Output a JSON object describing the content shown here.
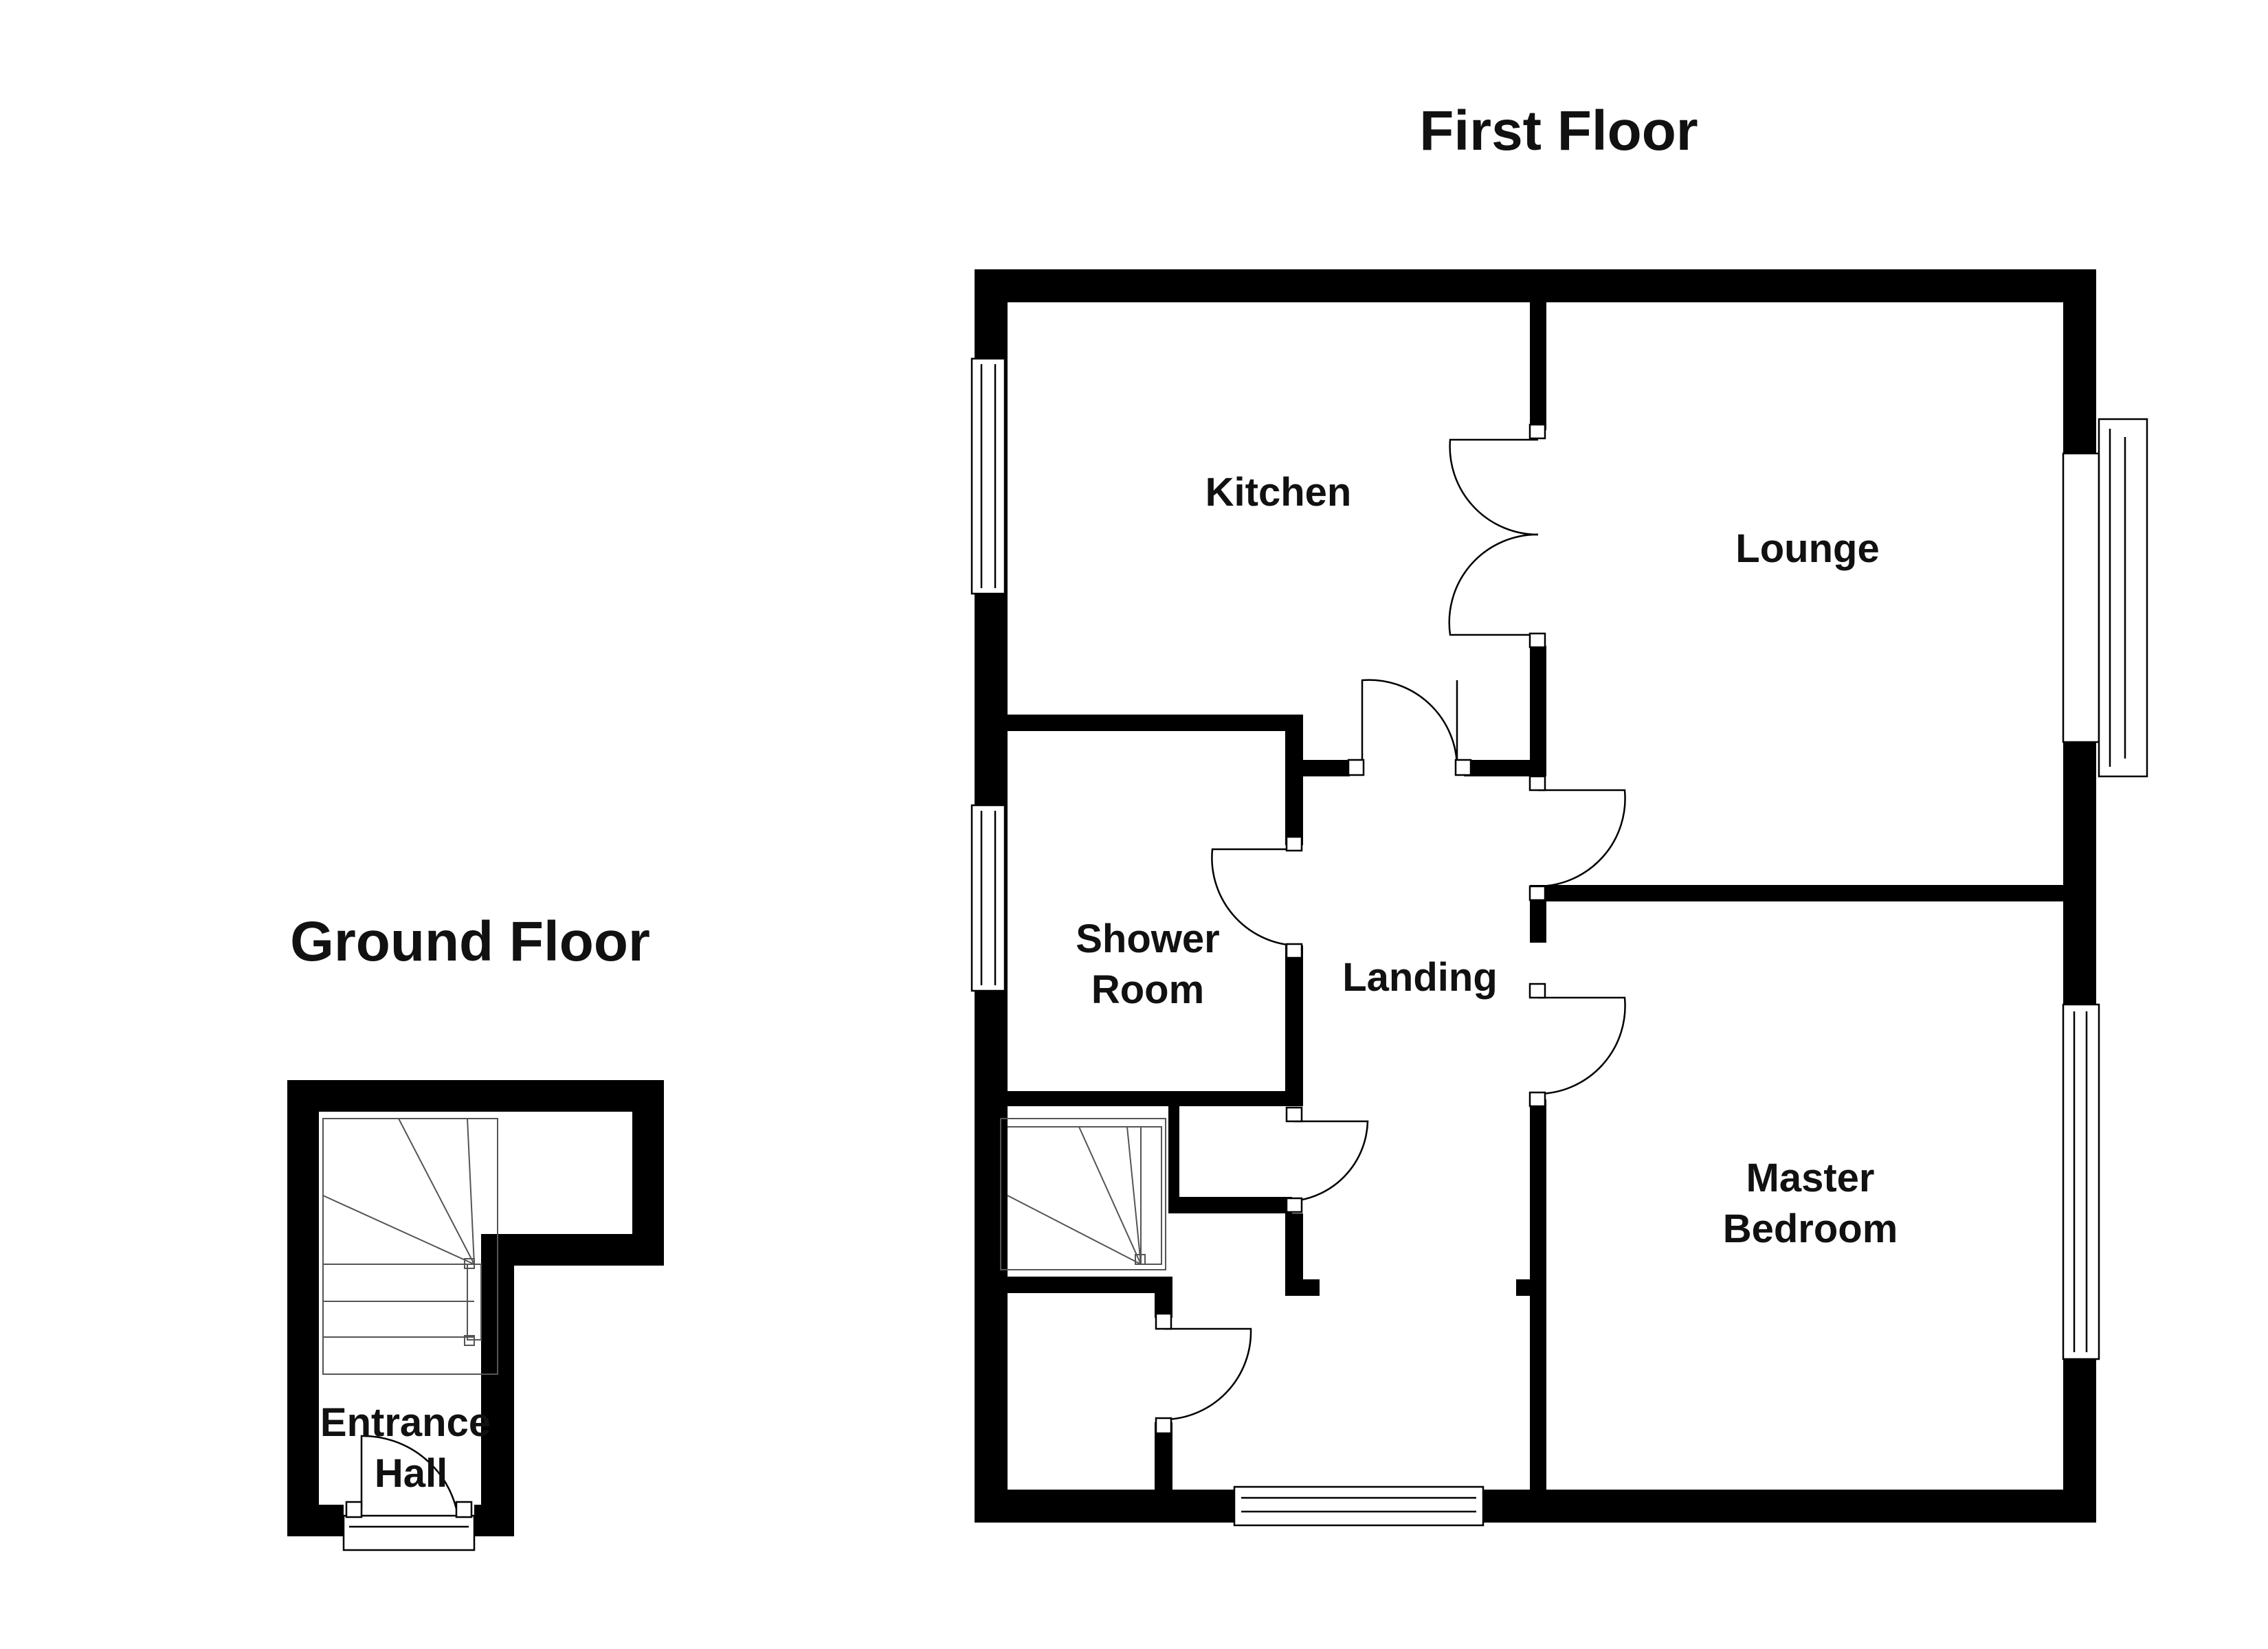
{
  "titles": {
    "first_floor": "First Floor",
    "ground_floor": "Ground Floor"
  },
  "rooms": {
    "kitchen": "Kitchen",
    "lounge": "Lounge",
    "shower_line1": "Shower",
    "shower_line2": "Room",
    "landing": "Landing",
    "master_line1": "Master",
    "master_line2": "Bedroom",
    "entrance_line1": "Entrance",
    "entrance_line2": "Hall"
  }
}
